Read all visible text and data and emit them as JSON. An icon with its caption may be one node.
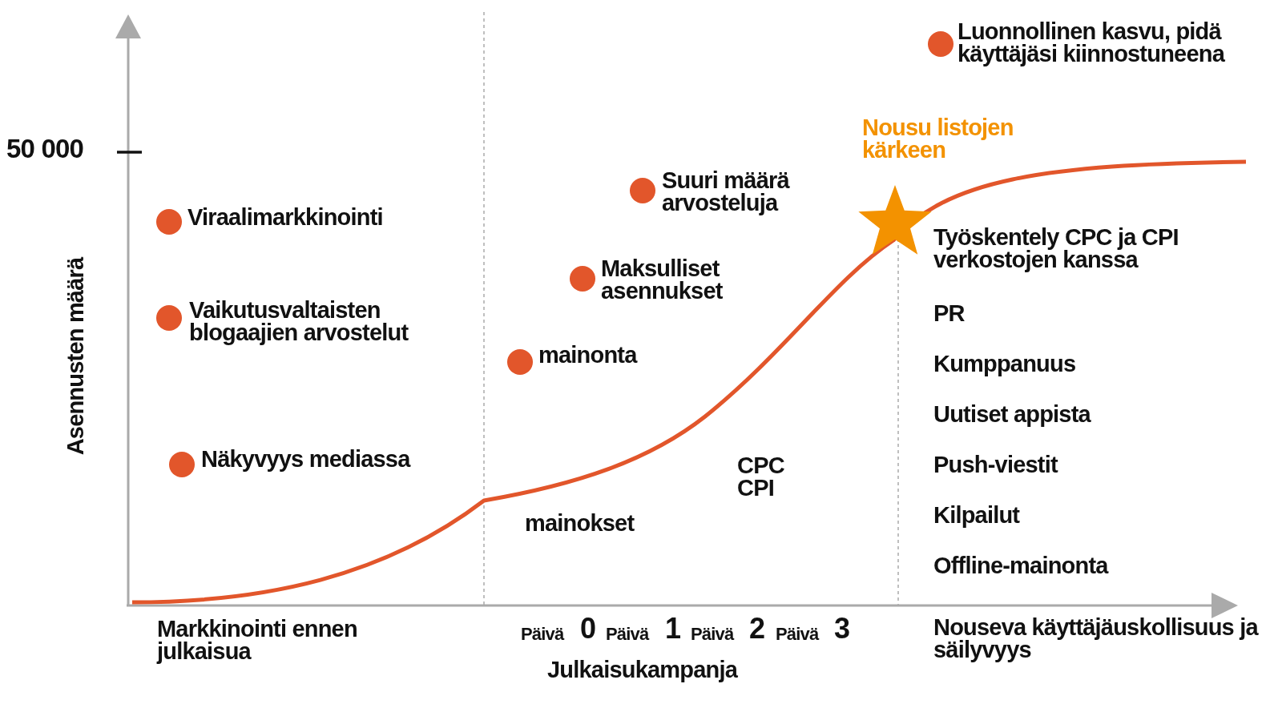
{
  "diagram": {
    "labels": [
      "Luonnollinen kasvu, pidä käyttäjäsi kiinnostuneena",
      "50 000",
      "Nousu listojen kärkeen",
      "Viraalimarkkinointi",
      "Suuri määrä arvosteluja",
      "Työskentely CPC ja CPI verkostojen kanssa",
      "Maksulliset asennukset",
      "Vaikutusvaltaisten blogaajien arvostelut",
      "PR",
      "mainonta",
      "Kumppanuus",
      "Uutiset appista",
      "Asennusten määrä",
      "Näkyvyys mediassa",
      "CPC CPI",
      "Push-viestit",
      "mainokset",
      "Kilpailut",
      "Offline-mainonta",
      "Markkinointi ennen julkaisua",
      "Päivä",
      "0",
      "Päivä",
      "1",
      "Päivä",
      "2",
      "Päivä",
      "3",
      "Julkaisukampanja",
      "Nouseva käyttäjäuskollisuus ja säilyvyys"
    ]
  }
}
